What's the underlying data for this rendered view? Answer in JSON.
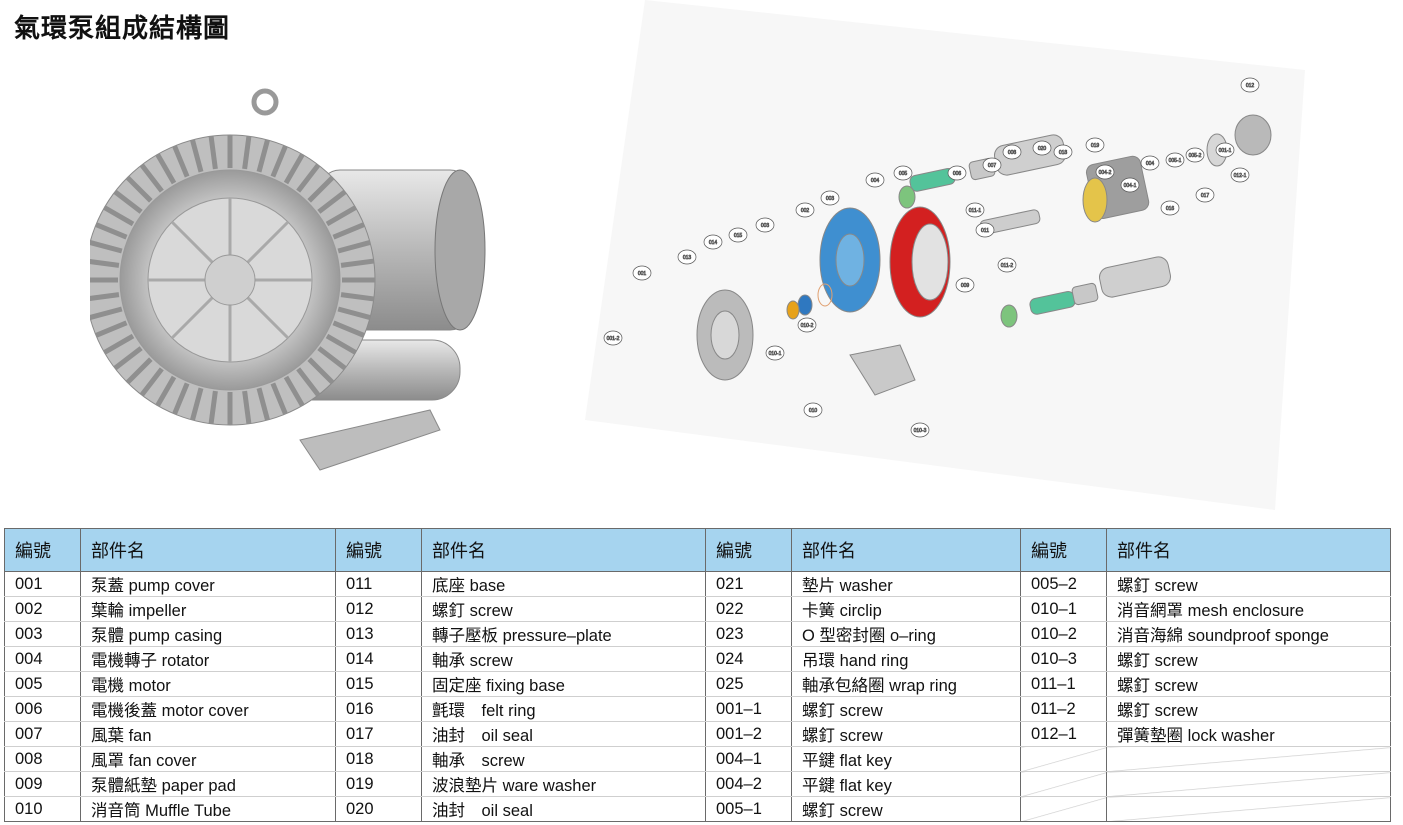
{
  "title": "氣環泵組成結構圖",
  "diagram_labels": [
    "001-2",
    "001",
    "013",
    "014",
    "015",
    "003",
    "002",
    "003",
    "004",
    "005",
    "006",
    "007",
    "008",
    "020",
    "018",
    "019",
    "004-2",
    "004-1",
    "004",
    "005-1",
    "005-2",
    "001-1",
    "012",
    "012-1",
    "016",
    "017",
    "011-1",
    "011",
    "011-2",
    "009",
    "010-1",
    "010-2",
    "010",
    "010-3"
  ],
  "table": {
    "headers": [
      "編號",
      "部件名",
      "編號",
      "部件名",
      "編號",
      "部件名",
      "編號",
      "部件名"
    ],
    "rows": [
      [
        "001",
        "泵蓋 pump cover",
        "011",
        "底座 base",
        "021",
        "墊片 washer",
        "005–2",
        "螺釘 screw"
      ],
      [
        "002",
        "葉輪 impeller",
        "012",
        "螺釘 screw",
        "022",
        "卡簧 circlip",
        "010–1",
        "消音網罩 mesh enclosure"
      ],
      [
        "003",
        "泵體 pump casing",
        "013",
        "轉子壓板 pressure–plate",
        "023",
        "O 型密封圈 o–ring",
        "010–2",
        "消音海綿 soundproof sponge"
      ],
      [
        "004",
        "電機轉子 rotator",
        "014",
        "軸承 screw",
        "024",
        "吊環 hand ring",
        "010–3",
        "螺釘 screw"
      ],
      [
        "005",
        "電機 motor",
        "015",
        "固定座 fixing base",
        "025",
        "軸承包絡圈 wrap ring",
        "011–1",
        "螺釘 screw"
      ],
      [
        "006",
        "電機後蓋 motor cover",
        "016",
        "氈環　felt ring",
        "001–1",
        "螺釘 screw",
        "011–2",
        "螺釘 screw"
      ],
      [
        "007",
        "風葉 fan",
        "017",
        "油封　oil seal",
        "001–2",
        "螺釘 screw",
        "012–1",
        "彈簧墊圈 lock washer"
      ],
      [
        "008",
        "風罩 fan cover",
        "018",
        "軸承　screw",
        "004–1",
        "平鍵 flat key",
        "",
        ""
      ],
      [
        "009",
        "泵體紙墊 paper pad",
        "019",
        "波浪墊片 ware washer",
        "004–2",
        "平鍵 flat key",
        "",
        ""
      ],
      [
        "010",
        "消音筒 Muffle Tube",
        "020",
        "油封　oil seal",
        "005–1",
        "螺釘 screw",
        "",
        ""
      ]
    ]
  }
}
